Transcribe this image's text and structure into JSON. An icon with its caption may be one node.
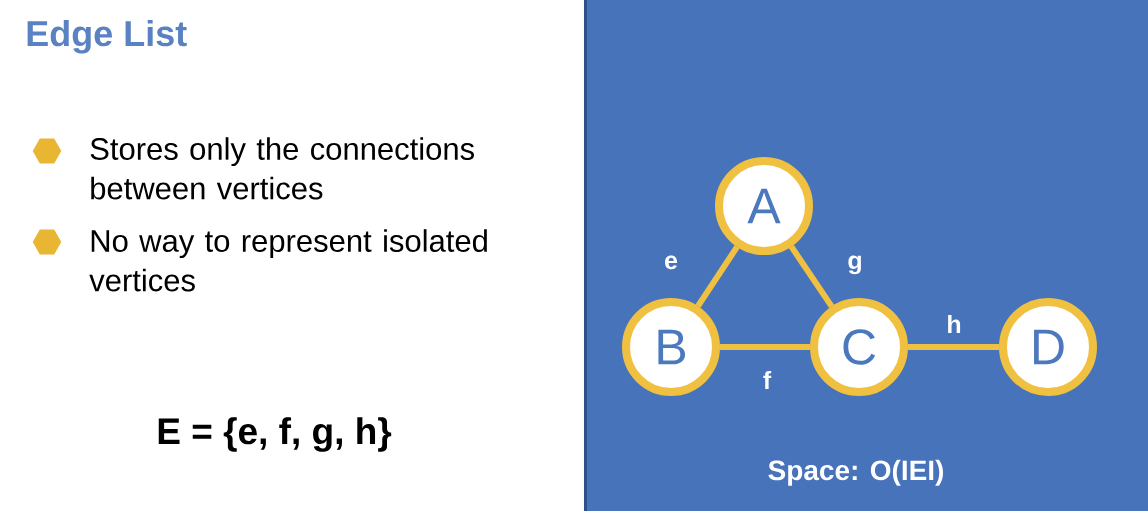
{
  "diagram": {
    "title": "Edge List",
    "nodes": [
      {
        "text": [
          "A"
        ]
      },
      {
        "text": [
          "B"
        ]
      },
      {
        "text": [
          "C"
        ]
      },
      {
        "text": [
          "D"
        ]
      }
    ],
    "edges": [
      {
        "from": 0,
        "to": 1,
        "arrow": "none",
        "label": "e"
      },
      {
        "from": 1,
        "to": 2,
        "arrow": "none",
        "label": "f"
      },
      {
        "from": 0,
        "to": 2,
        "arrow": "none",
        "label": "g"
      },
      {
        "from": 2,
        "to": 3,
        "arrow": "none",
        "label": "h"
      }
    ],
    "labels": [
      "Stores only the connections between vertices",
      "No way to represent isolated vertices",
      "E = {e, f, g, h}",
      "Space: O(IEI)"
    ]
  }
}
